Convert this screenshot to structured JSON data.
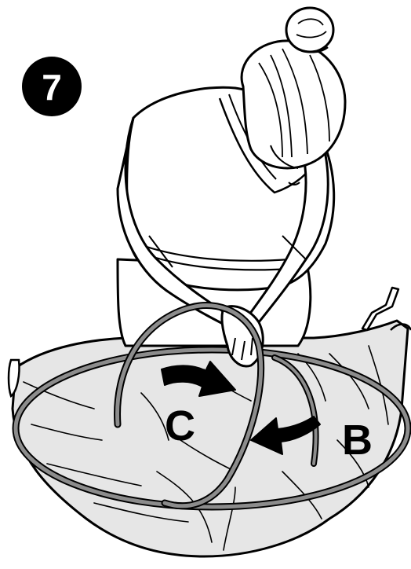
{
  "step": {
    "number": "7"
  },
  "labels": {
    "c": "C",
    "b": "B"
  },
  "colors": {
    "outline": "#000000",
    "fabric": "#e6e6e6",
    "hoop": "#8c8c8c",
    "badge": "#000000",
    "background": "#ffffff"
  },
  "icons": {
    "rotate_arrow_c": "curved-arrow-right-icon",
    "rotate_arrow_b": "curved-arrow-left-icon"
  }
}
